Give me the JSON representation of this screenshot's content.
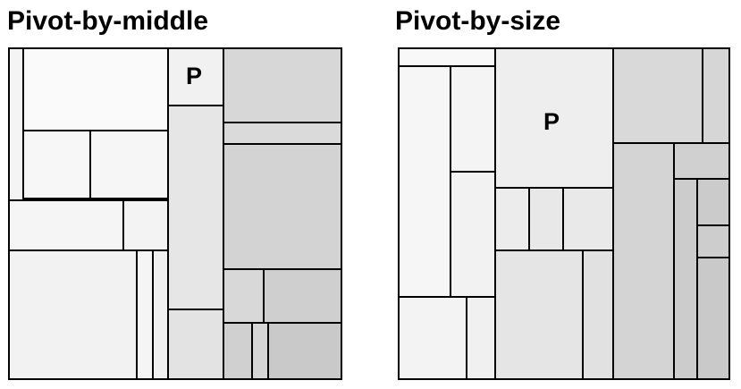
{
  "diagrams": [
    {
      "title": "Pivot-by-middle",
      "pivot_label": "P"
    },
    {
      "title": "Pivot-by-size",
      "pivot_label": "P"
    }
  ],
  "colors": {
    "outline": "#000000",
    "shade_light": "#f8f8f8",
    "shade_mid": "#ececec",
    "shade_dark": "#d8d8d8",
    "shade_darker": "#cdcdcd"
  }
}
